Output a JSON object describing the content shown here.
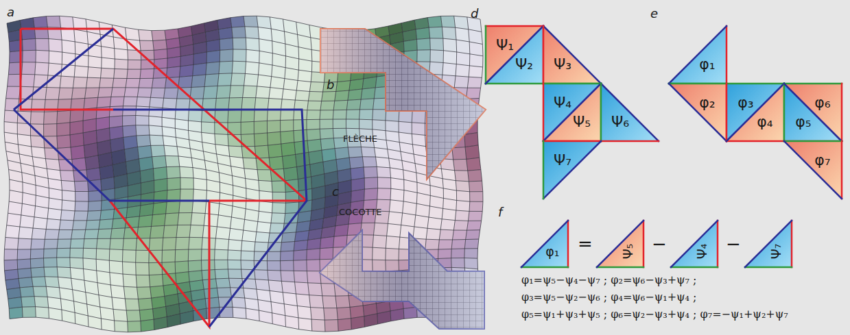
{
  "diagram": {
    "nodes": [
      {
        "text": [
          "Ψ₁"
        ]
      },
      {
        "text": [
          "Ψ₂"
        ]
      },
      {
        "text": [
          "Ψ₃"
        ]
      },
      {
        "text": [
          "Ψ₄"
        ]
      },
      {
        "text": [
          "Ψ₅"
        ]
      },
      {
        "text": [
          "Ψ₆"
        ]
      },
      {
        "text": [
          "Ψ₇"
        ]
      },
      {
        "text": [
          "φ₁"
        ]
      },
      {
        "text": [
          "φ₂"
        ]
      },
      {
        "text": [
          "φ₃"
        ]
      },
      {
        "text": [
          "φ₄"
        ]
      },
      {
        "text": [
          "φ₅"
        ]
      },
      {
        "text": [
          "φ₆"
        ]
      },
      {
        "text": [
          "φ₇"
        ]
      },
      {
        "text": [
          "φ₁"
        ]
      },
      {
        "text": [
          "Ψ₅"
        ]
      },
      {
        "text": [
          "Ψ₄"
        ]
      },
      {
        "text": [
          "Ψ₇"
        ]
      }
    ],
    "labels": [
      "a",
      "b",
      "FLÈCHE",
      "c",
      "COCOTTE",
      "d",
      "e",
      "f",
      "=",
      "−",
      "−",
      "φ₁=ψ₅−ψ₄−ψ₇ ; φ₂=ψ₆−ψ₃+ψ₇ ;",
      "φ₃=ψ₅−ψ₂−ψ₆ ; φ₄=ψ₆−ψ₁+ψ₄ ;",
      "φ₅=ψ₁+ψ₃+ψ₅ ; φ₆=ψ₂−ψ₃+ψ₄ ; φ₇=−ψ₁+ψ₂+ψ₇"
    ]
  }
}
